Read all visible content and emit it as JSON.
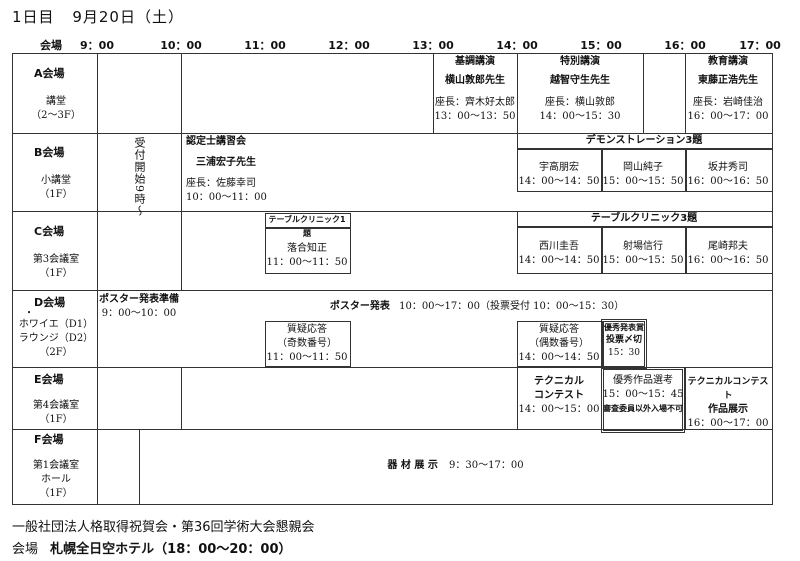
{
  "header": {
    "day": "1日目",
    "date": "9月20日（土）"
  },
  "timebar": {
    "venue_label": "会場",
    "times": [
      "9：00",
      "10：00",
      "11：00",
      "12：00",
      "13：00",
      "14：00",
      "15：00",
      "16：00",
      "17：00"
    ]
  },
  "rooms": [
    {
      "name": "A会場",
      "sub": [
        "講堂",
        "（2～3F）"
      ]
    },
    {
      "name": "B会場",
      "sub": [
        "小講堂",
        "（1F）"
      ]
    },
    {
      "name": "C会場",
      "sub": [
        "第3会議室",
        "（1F）"
      ]
    },
    {
      "name": "D会場",
      "sub": [
        "・",
        "ホワイエ（D1）",
        "ラウンジ（D2）",
        "（2F）"
      ]
    },
    {
      "name": "E会場",
      "sub": [
        "第4会議室",
        "（1F）"
      ]
    },
    {
      "name": "F会場",
      "sub": [
        "第1会議室",
        "ホール",
        "（1F）"
      ]
    }
  ],
  "reception": "受付開始9時～",
  "sessions": {
    "kicho": {
      "title": "基調講演",
      "speaker": "横山敦郎先生",
      "chair": "座長：齊木好太郎",
      "time": "13：00～13：50"
    },
    "tokubetsu": {
      "title": "特別講演",
      "speaker": "越智守生先生",
      "chair": "座長：横山敦郎",
      "time": "14：00～15：30"
    },
    "kyoiku": {
      "title": "教育講演",
      "speaker": "東藤正浩先生",
      "chair": "座長：岩崎佳治",
      "time": "16：00～17：00"
    },
    "ninteishi": {
      "title": "認定士講習会",
      "speaker": "三浦宏子先生",
      "chair": "座長：佐藤幸司",
      "time": "10：00～11：00"
    },
    "demo": {
      "title": "デモンストレーション3題",
      "items": [
        {
          "name": "宇高朋宏",
          "time": "14：00～14：50"
        },
        {
          "name": "岡山純子",
          "time": "15：00～15：50"
        },
        {
          "name": "坂井秀司",
          "time": "16：00～16：50"
        }
      ]
    },
    "table_clinic_1": {
      "title": "テーブルクリニック1題",
      "name": "落合知正",
      "time": "11：00～11：50"
    },
    "table_clinic_3": {
      "title": "テーブルクリニック3題",
      "items": [
        {
          "name": "西川圭吾",
          "time": "14：00～14：50"
        },
        {
          "name": "射場信行",
          "time": "15：00～15：50"
        },
        {
          "name": "尾崎邦夫",
          "time": "16：00～16：50"
        }
      ]
    },
    "poster_prep": {
      "title": "ポスター発表準備",
      "time": "9：00～10：00"
    },
    "poster": {
      "title": "ポスター発表",
      "time": "10：00～17：00（投票受付 10：00～15：30）"
    },
    "qa_odd": {
      "title": "質疑応答",
      "sub": "（奇数番号）",
      "time": "11：00～11：50"
    },
    "qa_even": {
      "title": "質疑応答",
      "sub": "（偶数番号）",
      "time": "14：00～14：50"
    },
    "vote_close": {
      "title": "優秀発表賞",
      "sub": "投票〆切",
      "time": "15：30"
    },
    "tech_contest": {
      "title1": "テクニカル",
      "title2": "コンテスト",
      "time": "14：00～15：00"
    },
    "selection": {
      "title": "優秀作品選考",
      "time": "15：00～15：45",
      "note": "審査委員以外入場不可"
    },
    "contest_exhibit": {
      "title1": "テクニカルコンテスト",
      "title2": "作品展示",
      "time": "16：00～17：00"
    },
    "equipment": {
      "title": "器 材 展 示",
      "time": "9：30～17：00"
    }
  },
  "footer": {
    "line1": "一般社団法人格取得祝賀会・第36回学術大会懇親会",
    "line2_label": "会場",
    "line2_value": "札幌全日空ホテル（18：00～20：00）"
  }
}
